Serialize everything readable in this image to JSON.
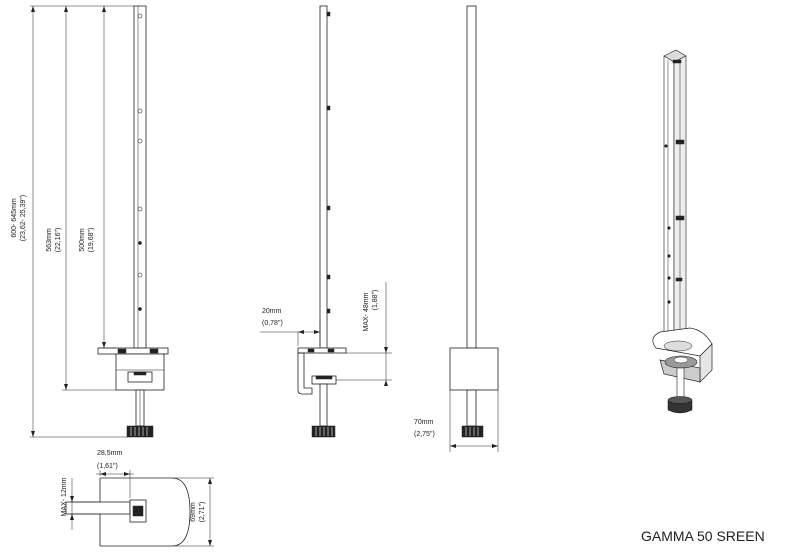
{
  "title": "GAMMA 50 SREEN",
  "dimensions": {
    "total_height": {
      "mm": "600- 645mm",
      "inch": "(23,62- 25,39\")"
    },
    "rail_height": {
      "mm": "563mm",
      "inch": "(22,16\")"
    },
    "pole_height": {
      "mm": "500mm",
      "inch": "(19,68\")"
    },
    "clamp_range": {
      "mm": "MAX- 48mm",
      "inch": "(1,88\")"
    },
    "offset": {
      "mm": "20mm",
      "inch": "(0,78\")"
    },
    "clamp_width": {
      "mm": "70mm",
      "inch": "(2,75\")"
    },
    "top_width": {
      "mm": "28,5mm",
      "inch": "(1,61\")"
    },
    "top_max": {
      "mm": "MAX- 12mm"
    },
    "top_depth": {
      "mm": "69mm",
      "inch": "(2,71\")"
    }
  }
}
